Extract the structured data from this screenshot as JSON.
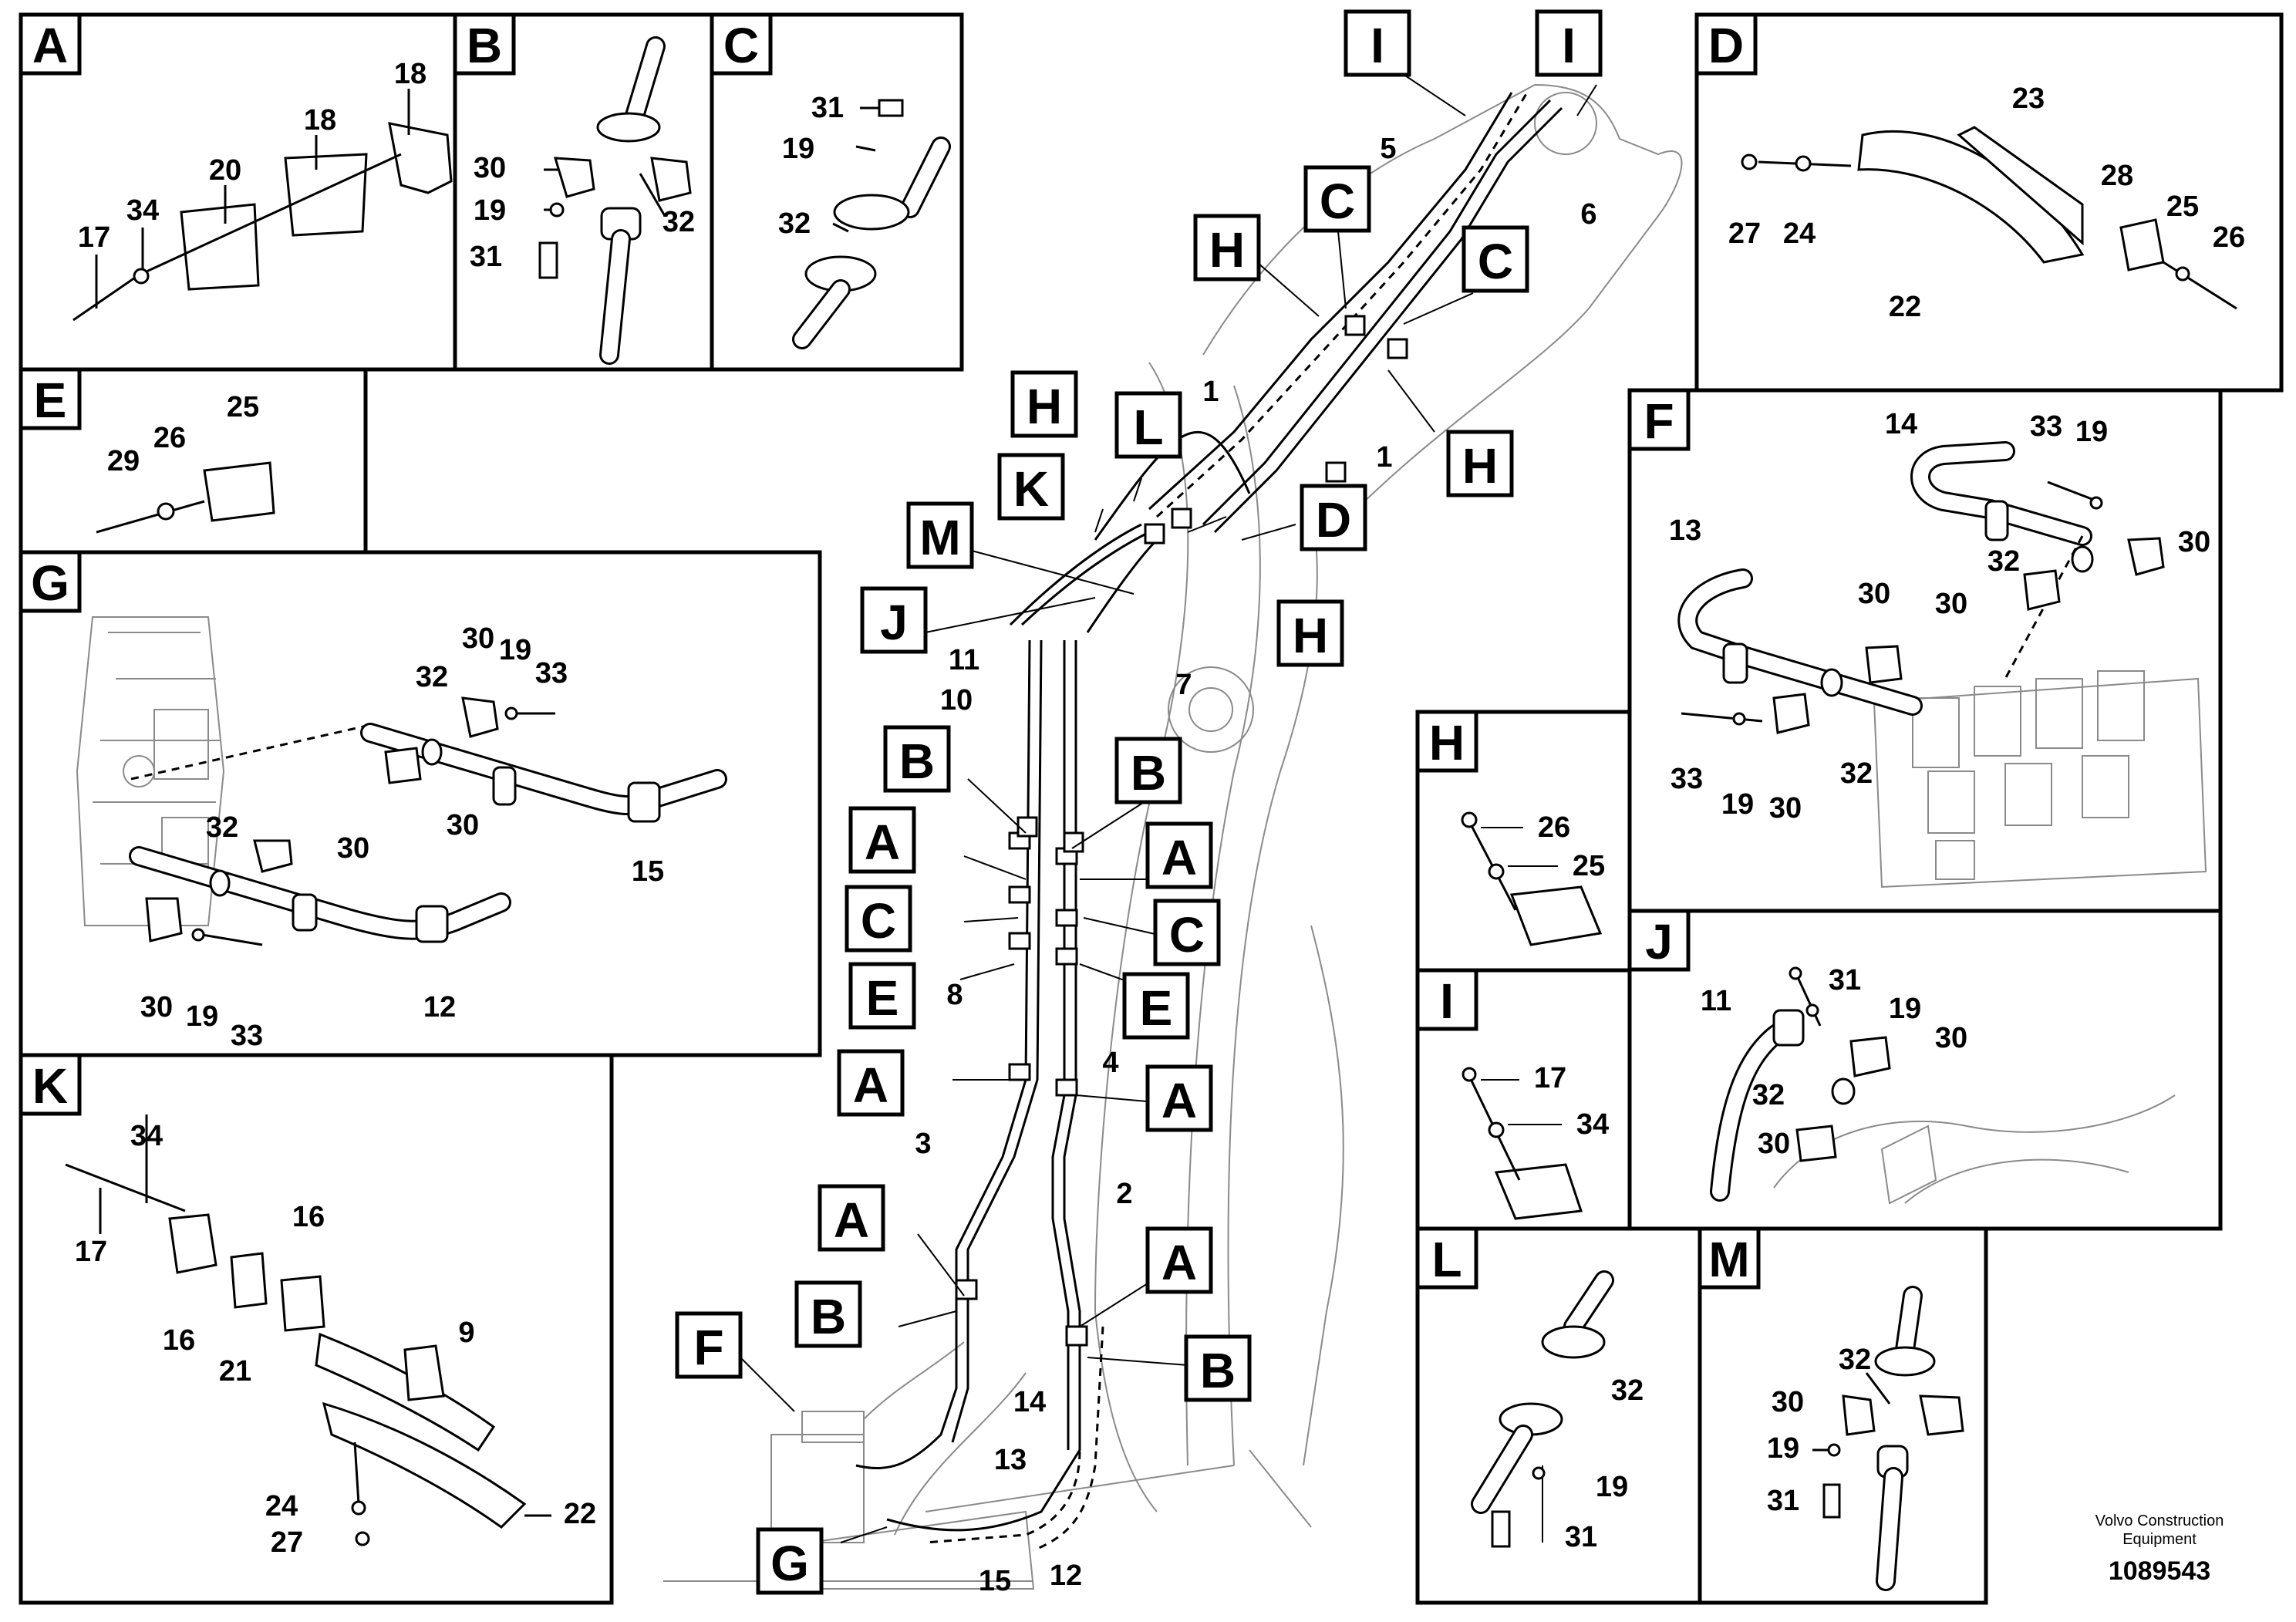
{
  "panels": {
    "A": {
      "title": "A",
      "labels": [
        "18",
        "18",
        "20",
        "34",
        "17"
      ]
    },
    "B": {
      "title": "B",
      "labels": [
        "30",
        "19",
        "31",
        "32"
      ]
    },
    "C": {
      "title": "C",
      "labels": [
        "31",
        "19",
        "32"
      ]
    },
    "D": {
      "title": "D",
      "labels": [
        "23",
        "28",
        "25",
        "26",
        "27",
        "24",
        "22"
      ]
    },
    "E": {
      "title": "E",
      "labels": [
        "29",
        "26",
        "25"
      ]
    },
    "F": {
      "title": "F",
      "labels": [
        "14",
        "33",
        "19",
        "30",
        "13",
        "32",
        "30",
        "30",
        "33",
        "19",
        "30",
        "32"
      ]
    },
    "G": {
      "title": "G",
      "labels": [
        "30",
        "19",
        "33",
        "32",
        "30",
        "32",
        "30",
        "15",
        "30",
        "19",
        "33",
        "12"
      ]
    },
    "H": {
      "title": "H",
      "labels": [
        "26",
        "25"
      ]
    },
    "I": {
      "title": "I",
      "labels": [
        "17",
        "34"
      ]
    },
    "J": {
      "title": "J",
      "labels": [
        "31",
        "11",
        "19",
        "30",
        "32",
        "30"
      ]
    },
    "K": {
      "title": "K",
      "labels": [
        "34",
        "17",
        "16",
        "16",
        "21",
        "9",
        "24",
        "27",
        "22"
      ]
    },
    "L": {
      "title": "L",
      "labels": [
        "32",
        "19",
        "31"
      ]
    },
    "M": {
      "title": "M",
      "labels": [
        "32",
        "30",
        "19",
        "31"
      ]
    }
  },
  "main": {
    "callouts": [
      "I",
      "I",
      "C",
      "H",
      "C",
      "H",
      "L",
      "H",
      "K",
      "D",
      "M",
      "H",
      "J",
      "B",
      "B",
      "A",
      "A",
      "C",
      "C",
      "E",
      "E",
      "A",
      "A",
      "A",
      "B",
      "A",
      "B",
      "F",
      "G"
    ],
    "labels": [
      "5",
      "6",
      "1",
      "1",
      "11",
      "10",
      "7",
      "8",
      "4",
      "3",
      "2",
      "14",
      "13",
      "15",
      "12"
    ]
  },
  "footer": {
    "company": "Volvo Construction Equipment",
    "company_line1": "Volvo Construction",
    "company_line2": "Equipment",
    "part_number": "1089543"
  }
}
